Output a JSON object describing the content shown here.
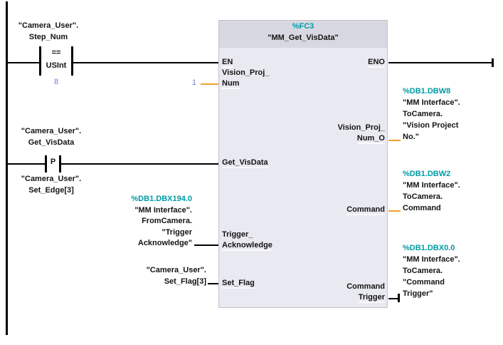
{
  "colors": {
    "address_teal": "#009BA5",
    "wire_orange": "#F0A030",
    "constant_blue": "#7678DC",
    "block_header_bg": "#D8D8E2",
    "block_body_bg": "#E9E9F1",
    "wire_black": "#000000"
  },
  "rung1": {
    "operand": [
      "\"Camera_User\".",
      "Step_Num"
    ],
    "compare_op": "==",
    "compare_type": "USInt",
    "compare_value": "8"
  },
  "rung2": {
    "operand": [
      "\"Camera_User\".",
      "Get_VisData"
    ],
    "contact": "P",
    "edge_memory": [
      "\"Camera_User\".",
      "Set_Edge[3]"
    ]
  },
  "fb": {
    "address": "%FC3",
    "name": "\"MM_Get_VisData\"",
    "ports_left": {
      "en": "EN",
      "vp1": "Vision_Proj_",
      "vp2": "Num",
      "get": "Get_VisData",
      "ta1": "Trigger_",
      "ta2": "Acknowledge",
      "sf": "Set_Flag"
    },
    "ports_right": {
      "eno": "ENO",
      "vpo1": "Vision_Proj_",
      "vpo2": "Num_O",
      "cmd": "Command",
      "ct1": "Command",
      "ct2": "Trigger"
    }
  },
  "inputs": {
    "vision_proj_num_const": "1",
    "trigger_ack": {
      "address": "%DB1.DBX194.0",
      "lines": [
        "\"MM Interface\".",
        "FromCamera.",
        "\"Trigger",
        "Acknowledge\""
      ]
    },
    "set_flag": {
      "lines": [
        "\"Camera_User\".",
        "Set_Flag[3]"
      ]
    }
  },
  "outputs": {
    "vision_proj": {
      "address": "%DB1.DBW8",
      "lines": [
        "\"MM Interface\".",
        "ToCamera.",
        "\"Vision Project",
        "No.\""
      ]
    },
    "command": {
      "address": "%DB1.DBW2",
      "lines": [
        "\"MM Interface\".",
        "ToCamera.",
        "Command"
      ]
    },
    "command_trigger": {
      "address": "%DB1.DBX0.0",
      "lines": [
        "\"MM Interface\".",
        "ToCamera.",
        "\"Command",
        "Trigger\""
      ]
    }
  }
}
